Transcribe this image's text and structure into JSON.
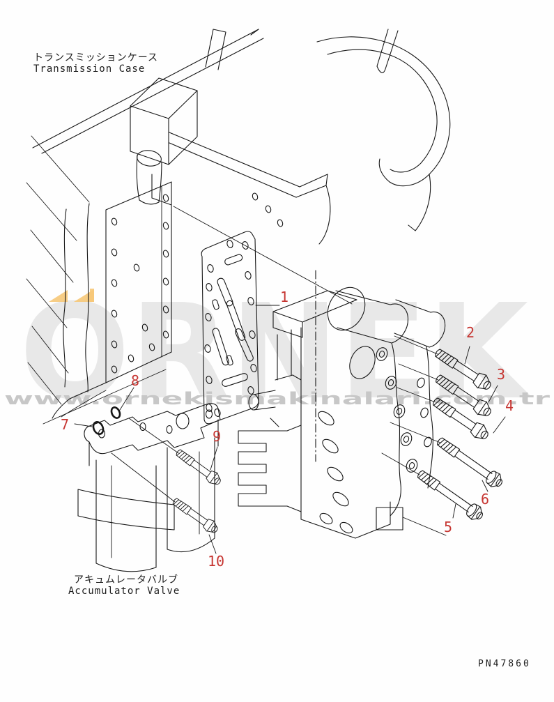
{
  "labels": {
    "transmission_case_jp": "トランスミッションケース",
    "transmission_case_en": "Transmission Case",
    "accumulator_valve_jp": "アキュムレータバルブ",
    "accumulator_valve_en": "Accumulator Valve"
  },
  "drawing_number": "PN47860",
  "watermark": {
    "brand": "ORNEK",
    "url": "www.ornekismakinalari.com.tr",
    "brand_color": "#e8e8e8",
    "url_color": "#c7c7c7"
  },
  "callouts": [
    {
      "label": "1"
    },
    {
      "label": "2"
    },
    {
      "label": "3"
    },
    {
      "label": "4"
    },
    {
      "label": "5"
    },
    {
      "label": "6"
    },
    {
      "label": "7"
    },
    {
      "label": "8"
    },
    {
      "label": "9"
    },
    {
      "label": "10"
    }
  ],
  "colors": {
    "line": "#161616",
    "callout_red": "#c63531",
    "highlight_yellow": "#f6c878",
    "background": "#fefefe"
  }
}
